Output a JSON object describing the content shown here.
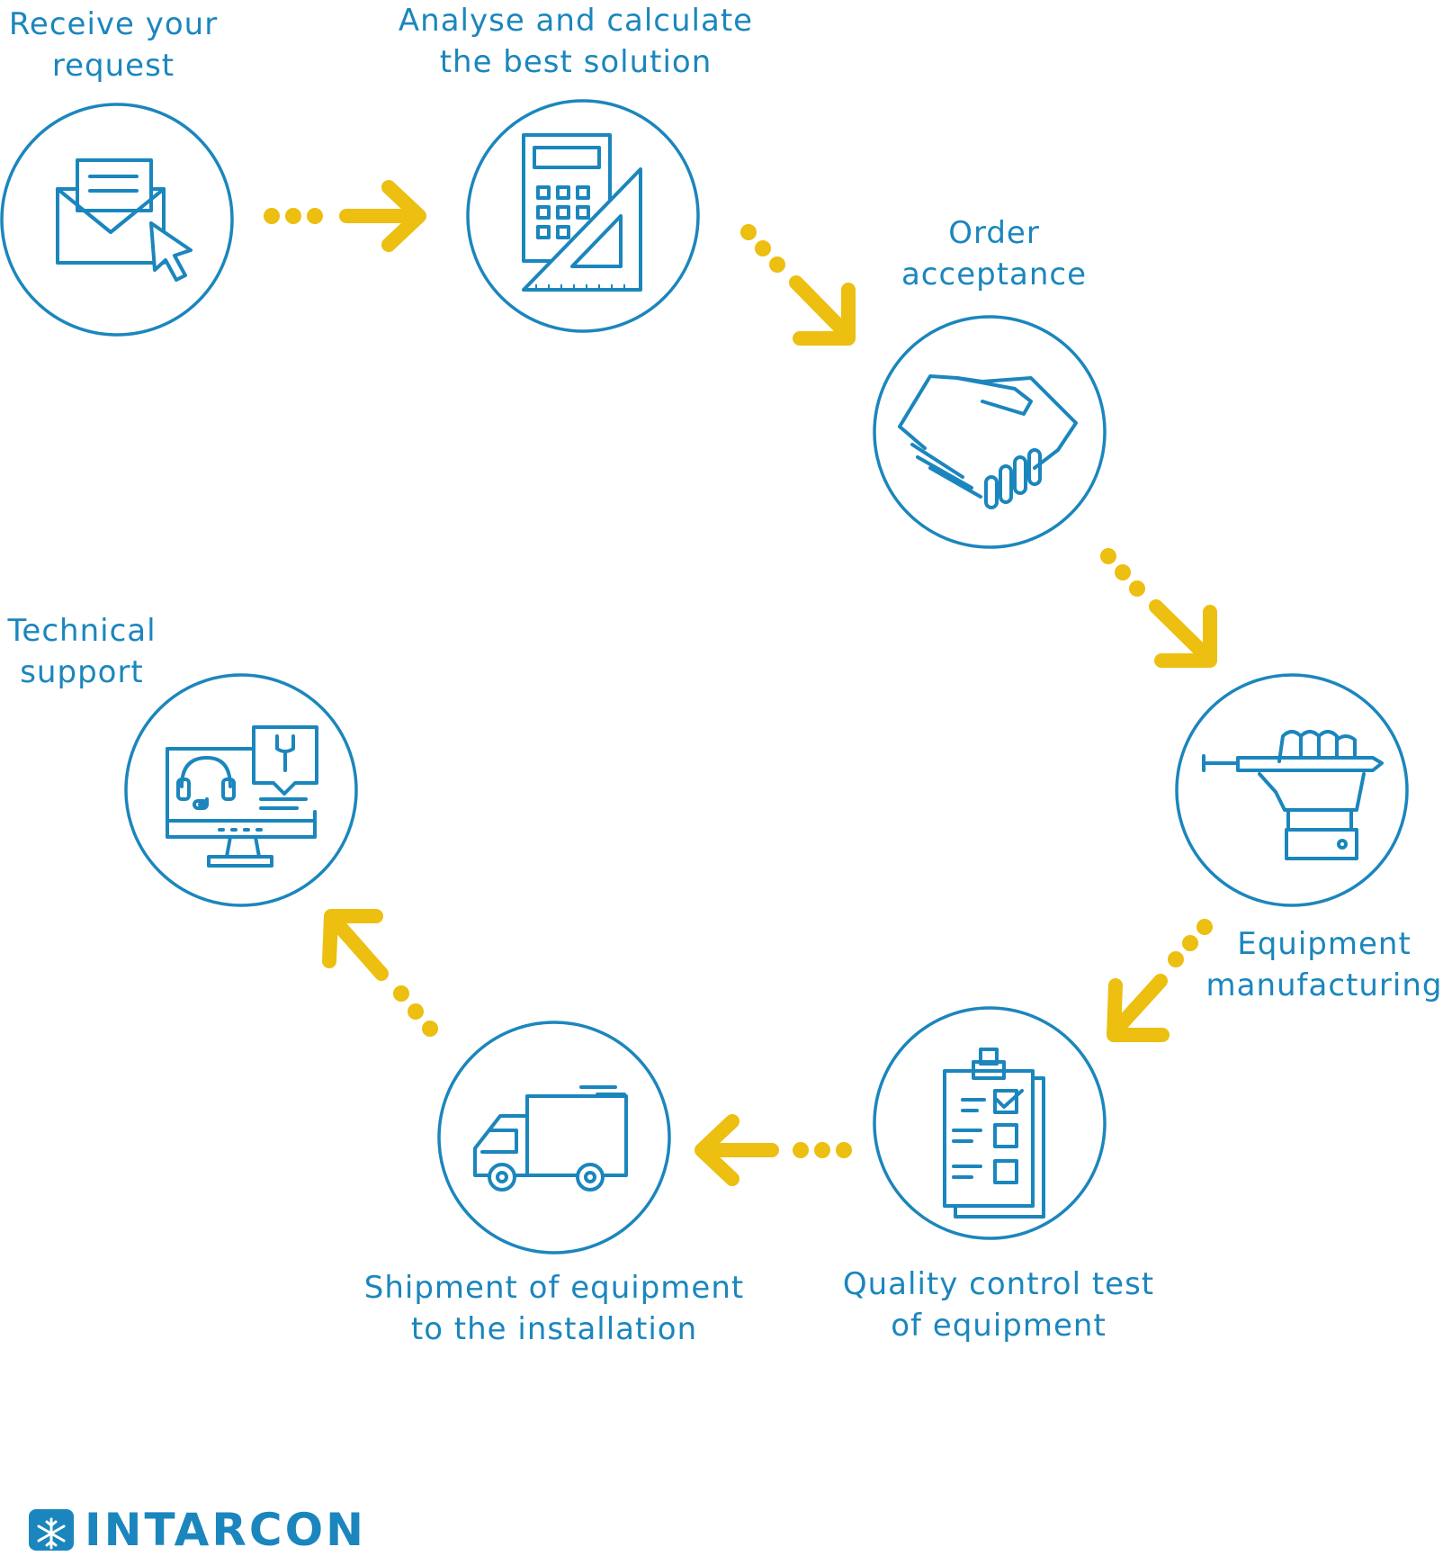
{
  "colors": {
    "blue": "#1b86bd",
    "yellow": "#ecbf10"
  },
  "steps": [
    {
      "icon": "envelope-cursor-icon",
      "lines": [
        "Receive your",
        "request"
      ]
    },
    {
      "icon": "calculator-ruler-icon",
      "lines": [
        "Analyse and calculate",
        "the best solution"
      ]
    },
    {
      "icon": "handshake-icon",
      "lines": [
        "Order",
        "acceptance"
      ]
    },
    {
      "icon": "hand-screwdriver-icon",
      "lines": [
        "Equipment",
        "manufacturing"
      ]
    },
    {
      "icon": "clipboard-checklist-icon",
      "lines": [
        "Quality control test",
        "of equipment"
      ]
    },
    {
      "icon": "delivery-truck-icon",
      "lines": [
        "Shipment of equipment",
        "to the installation"
      ]
    },
    {
      "icon": "monitor-support-icon",
      "lines": [
        "Technical",
        "support"
      ]
    }
  ],
  "logo": {
    "icon": "snowflake-icon",
    "text": "INTARCON"
  }
}
